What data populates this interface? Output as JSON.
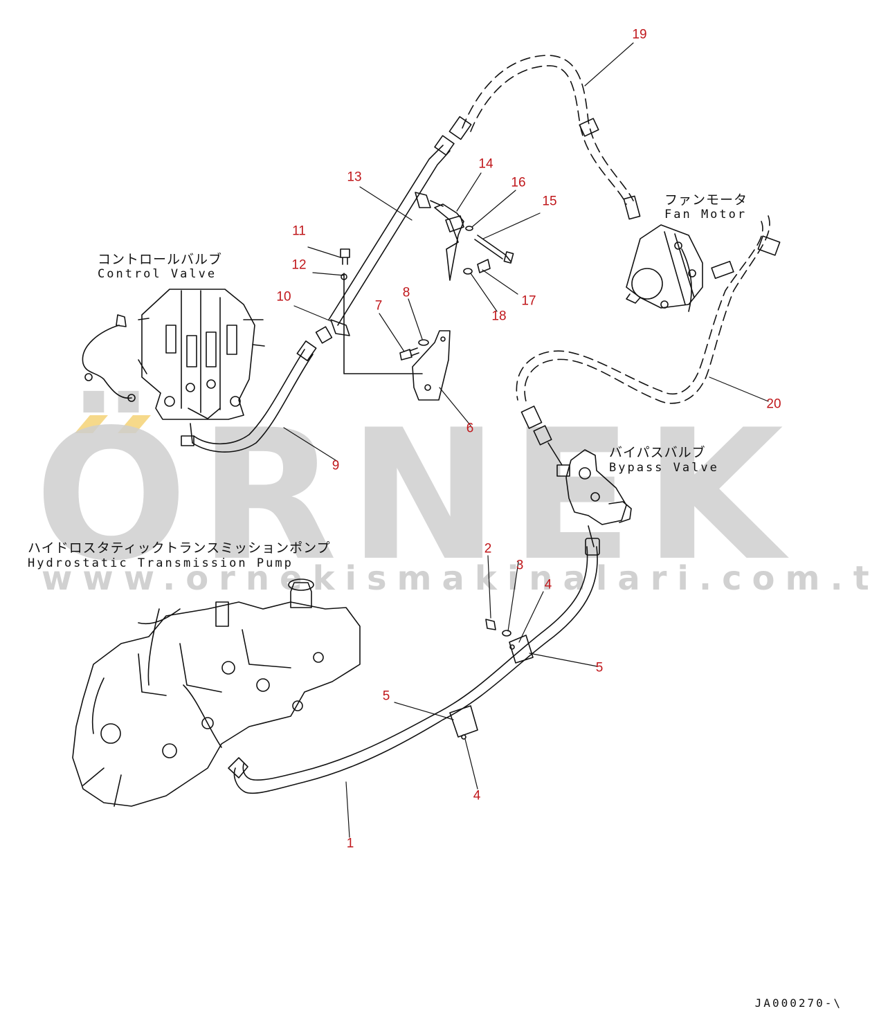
{
  "components": {
    "control_valve": {
      "ja": "コントロールバルブ",
      "en": "Control Valve"
    },
    "fan_motor": {
      "ja": "ファンモータ",
      "en": "Fan Motor"
    },
    "bypass_valve": {
      "ja": "バイパスバルブ",
      "en": "Bypass Valve"
    },
    "hst_pump": {
      "ja": "ハイドロスタティックトランスミッションポンプ",
      "en": "Hydrostatic Transmission Pump"
    }
  },
  "callouts": [
    {
      "id": "c1",
      "label": "1"
    },
    {
      "id": "c2",
      "label": "2"
    },
    {
      "id": "c3",
      "label": "3"
    },
    {
      "id": "c4a",
      "label": "4"
    },
    {
      "id": "c4b",
      "label": "4"
    },
    {
      "id": "c5a",
      "label": "5"
    },
    {
      "id": "c5b",
      "label": "5"
    },
    {
      "id": "c6",
      "label": "6"
    },
    {
      "id": "c7",
      "label": "7"
    },
    {
      "id": "c8",
      "label": "8"
    },
    {
      "id": "c9",
      "label": "9"
    },
    {
      "id": "c10",
      "label": "10"
    },
    {
      "id": "c11",
      "label": "11"
    },
    {
      "id": "c12",
      "label": "12"
    },
    {
      "id": "c13",
      "label": "13"
    },
    {
      "id": "c14",
      "label": "14"
    },
    {
      "id": "c15",
      "label": "15"
    },
    {
      "id": "c16",
      "label": "16"
    },
    {
      "id": "c17",
      "label": "17"
    },
    {
      "id": "c18",
      "label": "18"
    },
    {
      "id": "c19",
      "label": "19"
    },
    {
      "id": "c20",
      "label": "20"
    }
  ],
  "drawing_code": "JA000270-\\",
  "watermark": {
    "brand": "ÖRNEK",
    "url": "www.ornekismakinalari.com.tr"
  },
  "colors": {
    "callout": "#c0171b",
    "line": "#111111",
    "watermark": "#cfcfcf",
    "accent": "#f6d98a"
  }
}
